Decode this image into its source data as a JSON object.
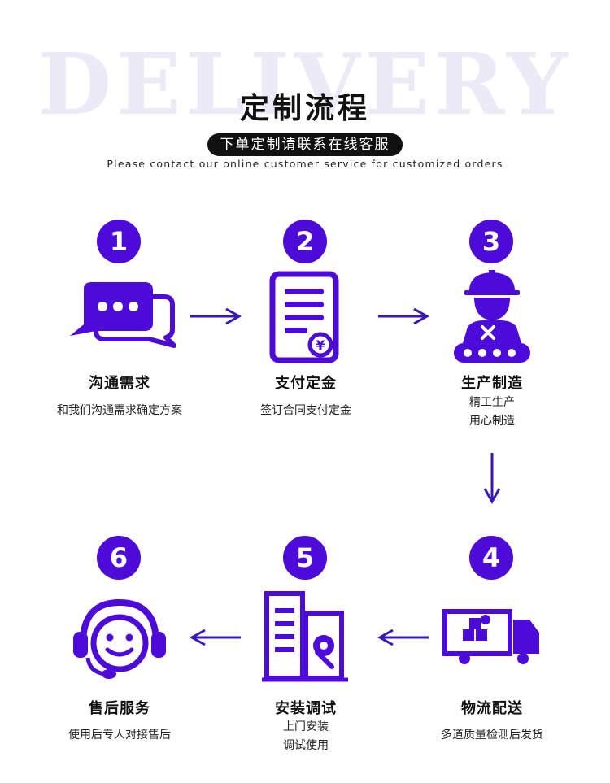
{
  "watermark": "DELIVERY",
  "title": "定制流程",
  "pill_text": "下单定制请联系在线客服",
  "subtitle": "Please contact our online customer service for customized orders",
  "steps": [
    {
      "number": "1",
      "name": "沟通需求",
      "desc1": "和我们沟通需求确定方案",
      "desc2": "",
      "icon": "chat-bubbles-icon"
    },
    {
      "number": "2",
      "name": "支付定金",
      "desc1": "签订合同支付定金",
      "desc2": "",
      "icon": "invoice-yuan-icon"
    },
    {
      "number": "3",
      "name": "生产制造",
      "desc1": "精工生产",
      "desc2": "用心制造",
      "icon": "worker-conveyor-icon"
    },
    {
      "number": "4",
      "name": "物流配送",
      "desc1": "多道质量检测后发货",
      "desc2": "",
      "icon": "delivery-truck-icon"
    },
    {
      "number": "5",
      "name": "安装调试",
      "desc1": "上门安装",
      "desc2": "调试使用",
      "icon": "server-gear-icon"
    },
    {
      "number": "6",
      "name": "售后服务",
      "desc1": "使用后专人对接售后",
      "desc2": "",
      "icon": "headset-smiley-icon"
    }
  ],
  "colors": {
    "accent": "#4d0bd9",
    "watermark": "#eceaf7",
    "text": "#111111"
  }
}
